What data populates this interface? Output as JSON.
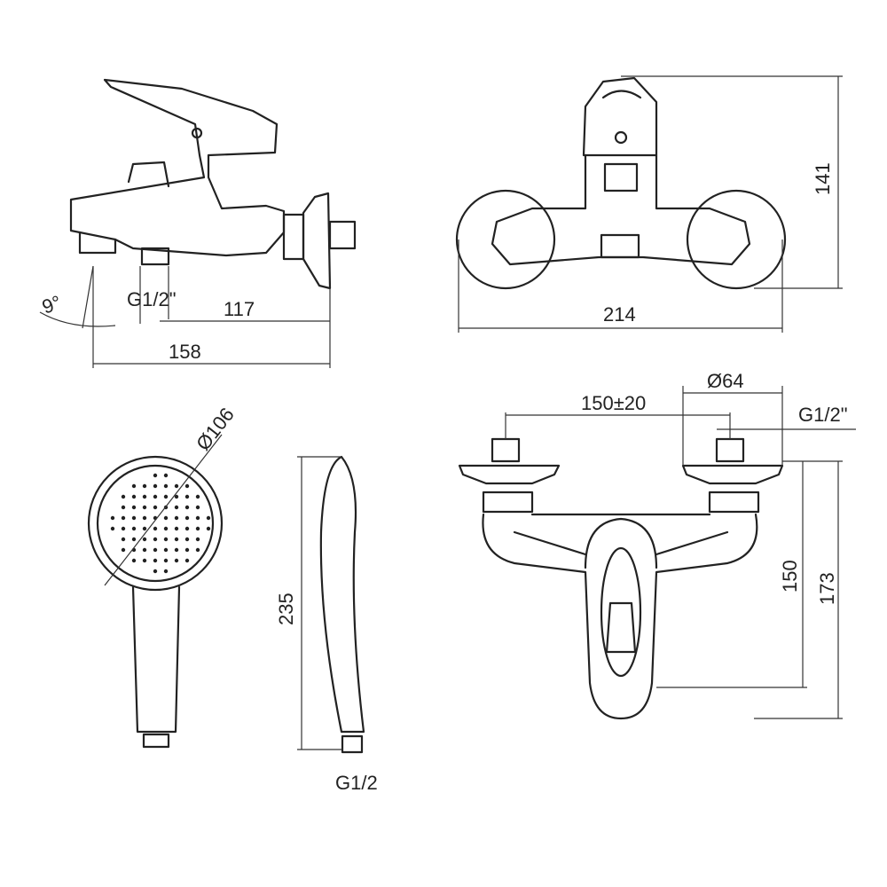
{
  "title": "Bath mixer technical drawing",
  "side_view": {
    "angle": "9°",
    "connection": "G1/2\"",
    "dim_spout": "117",
    "dim_depth": "158"
  },
  "front_view": {
    "dim_height": "141",
    "dim_width": "214"
  },
  "top_view": {
    "dim_flange": "Ø64",
    "dim_centers": "150±20",
    "connection": "G1/2\"",
    "dim_outlet": "150",
    "dim_total": "173"
  },
  "hand_shower": {
    "dim_diameter": "Ø106",
    "dim_length": "235",
    "connection": "G1/2"
  },
  "colors": {
    "line": "#222222",
    "background": "#ffffff"
  }
}
